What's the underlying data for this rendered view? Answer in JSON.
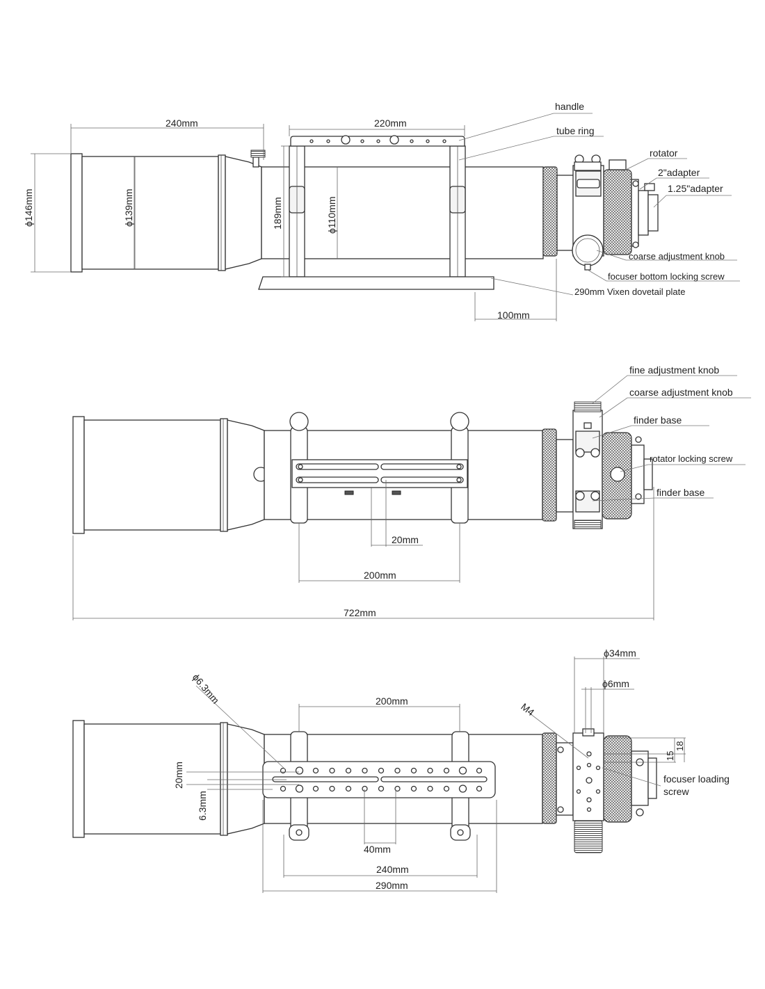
{
  "top_view": {
    "labels": {
      "handle": "handle",
      "tube_ring": "tube ring",
      "rotator": "rotator",
      "adapter_2": "2\"adapter",
      "adapter_125": "1.25\"adapter",
      "coarse_knob": "coarse adjustment knob",
      "focuser_bottom_screw": "focuser bottom locking screw",
      "dovetail": "290mm Vixen dovetail plate"
    },
    "dims": {
      "dew_shield_len": "240mm",
      "handle_span": "220mm",
      "dew_dia": "ϕ146mm",
      "tube_dia": "ϕ139mm",
      "ring_height": "189mm",
      "ring_inner": "ϕ110mm",
      "focuser_offset": "100mm"
    }
  },
  "middle_view": {
    "labels": {
      "fine_knob": "fine adjustment knob",
      "coarse_knob": "coarse adjustment knob",
      "finder_base_top": "finder base",
      "rotator_screw": "rotator locking screw",
      "finder_base_bottom": "finder base"
    },
    "dims": {
      "slot_pitch": "20mm",
      "ring_spacing": "200mm",
      "total_length": "722mm"
    }
  },
  "bottom_view": {
    "labels": {
      "m4": "M4",
      "loading_screw_line1": "focuser loading",
      "loading_screw_line2": "screw"
    },
    "dims": {
      "hole_dia": "ϕ6.3mm",
      "ring_spacing": "200mm",
      "row_spacing": "20mm",
      "slot_width": "6.3mm",
      "hole_pitch": "40mm",
      "ring_base": "240mm",
      "plate_length": "290mm",
      "focuser_dia": "ϕ34mm",
      "pin_dia": "ϕ6mm",
      "v15": "15",
      "v18": "18"
    }
  }
}
